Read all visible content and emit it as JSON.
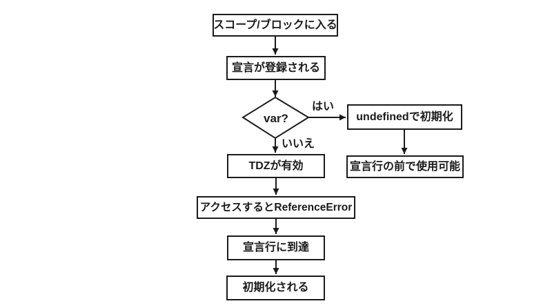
{
  "page": {
    "background_color": "#ffffff",
    "description": "Flowchart of variable initialization and TDZ behavior when entering a scope/block"
  },
  "flowchart": {
    "stroke_color": "#1a1a1a",
    "node_fill": "#ffffff",
    "text_color": "#1a1a1a",
    "nodes": {
      "enter_scope": {
        "type": "process",
        "label": "スコープ/ブロックに入る"
      },
      "declaration_registered": {
        "type": "process",
        "label": "宣言が登録される"
      },
      "var_decision": {
        "type": "decision",
        "label": "var?"
      },
      "init_undefined": {
        "type": "process",
        "label": "undefinedで初期化"
      },
      "usable_before_declaration": {
        "type": "process",
        "label": "宣言行の前で使用可能"
      },
      "tdz_active": {
        "type": "process",
        "label": "TDZが有効"
      },
      "reference_error": {
        "type": "process",
        "label": "アクセスするとReferenceError"
      },
      "reach_declaration_line": {
        "type": "process",
        "label": "宣言行に到達"
      },
      "initialized": {
        "type": "process",
        "label": "初期化される"
      }
    },
    "edge_labels": {
      "yes": "はい",
      "no": "いいえ"
    },
    "edges": [
      {
        "from": "enter_scope",
        "to": "declaration_registered",
        "label": ""
      },
      {
        "from": "declaration_registered",
        "to": "var_decision",
        "label": ""
      },
      {
        "from": "var_decision",
        "to": "init_undefined",
        "label": "はい"
      },
      {
        "from": "init_undefined",
        "to": "usable_before_declaration",
        "label": ""
      },
      {
        "from": "var_decision",
        "to": "tdz_active",
        "label": "いいえ"
      },
      {
        "from": "tdz_active",
        "to": "reference_error",
        "label": ""
      },
      {
        "from": "reference_error",
        "to": "reach_declaration_line",
        "label": ""
      },
      {
        "from": "reach_declaration_line",
        "to": "initialized",
        "label": ""
      }
    ]
  }
}
